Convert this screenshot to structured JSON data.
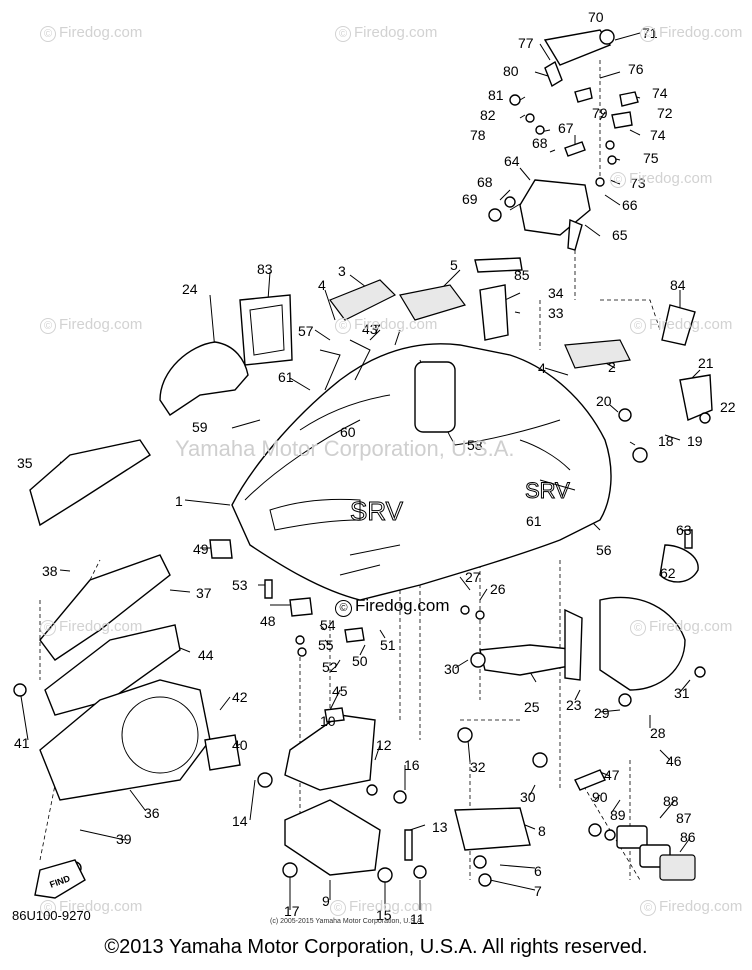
{
  "watermarks": [
    "Firedog.com",
    "Firedog.com",
    "Firedog.com",
    "Firedog.com",
    "Firedog.com",
    "Firedog.com",
    "Firedog.com",
    "Firedog.com",
    "Firedog.com",
    "Firedog.com",
    "Firedog.com",
    "Firedog.com"
  ],
  "watermark_symbol": "©",
  "ghost_text": "Yamaha Motor Corporation, U.S.A.",
  "center_watermark": "Firedog.com",
  "diagram_code": "86U100-9270",
  "small_copyright": "(c) 2005-2015 Yamaha Motor Corporation, U.S.A.",
  "footer": "©2013 Yamaha Motor Corporation, U.S.A. All rights reserved.",
  "find_badge": "FIND",
  "callouts": [
    "70",
    "71",
    "77",
    "76",
    "80",
    "74",
    "81",
    "72",
    "82",
    "79",
    "78",
    "67",
    "74",
    "68",
    "75",
    "64",
    "73",
    "68",
    "69",
    "66",
    "65",
    "85",
    "5",
    "83",
    "3",
    "34",
    "24",
    "4",
    "33",
    "84",
    "57",
    "43",
    "7",
    "2",
    "4",
    "21",
    "61",
    "20",
    "22",
    "59",
    "19",
    "60",
    "18",
    "58",
    "35",
    "61",
    "56",
    "1",
    "63",
    "49",
    "27",
    "26",
    "62",
    "38",
    "53",
    "48",
    "37",
    "54",
    "55",
    "50",
    "52",
    "51",
    "30",
    "25",
    "23",
    "31",
    "44",
    "42",
    "45",
    "29",
    "28",
    "41",
    "10",
    "40",
    "46",
    "12",
    "16",
    "32",
    "47",
    "36",
    "14",
    "30",
    "90",
    "89",
    "88",
    "87",
    "13",
    "8",
    "86",
    "39",
    "6",
    "17",
    "9",
    "15",
    "11",
    "7"
  ],
  "colors": {
    "line": "#000000",
    "watermark": "#d2d2d2",
    "background": "#ffffff"
  }
}
